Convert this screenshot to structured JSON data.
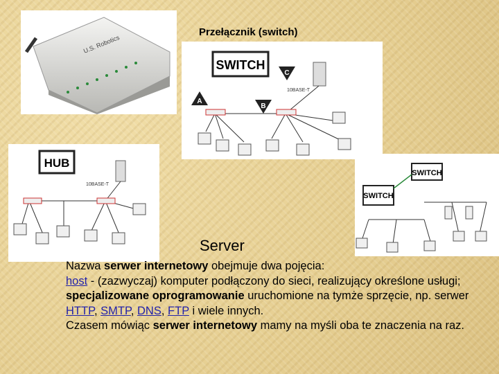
{
  "switch_title": "Przełącznik (switch)",
  "labels": {
    "switch_logo": "SWITCH",
    "hub_logo": "HUB",
    "tag_10base": "10BASE-T",
    "badge_a": "A",
    "badge_b": "B",
    "badge_c": "C",
    "device_brand": "U.S. Robotics"
  },
  "server_heading": "Server",
  "text": {
    "l1_a": "Nazwa ",
    "l1_b": "serwer internetowy",
    "l1_c": " obejmuje dwa pojęcia:",
    "host": "host",
    "l2_rest": " - (zazwyczaj) komputer podłączony do sieci, realizujący określone usługi;",
    "spec": "specjalizowane oprogramowanie",
    "l3_rest": " uruchomione na tymże sprzęcie, np. serwer ",
    "http": "HTTP",
    "comma1": ", ",
    "smtp": "SMTP",
    "comma2": ", ",
    "dns": "DNS",
    "comma3": ", ",
    "ftp": "FTP",
    "l3_end": " i wiele innych.",
    "l4_a": "Czasem mówiąc ",
    "l4_b": "serwer internetowy",
    "l4_c": " mamy na myśli oba te znaczenia na raz."
  },
  "colors": {
    "background": "#e8d39a",
    "link": "#2222aa",
    "panel": "#ffffff"
  }
}
